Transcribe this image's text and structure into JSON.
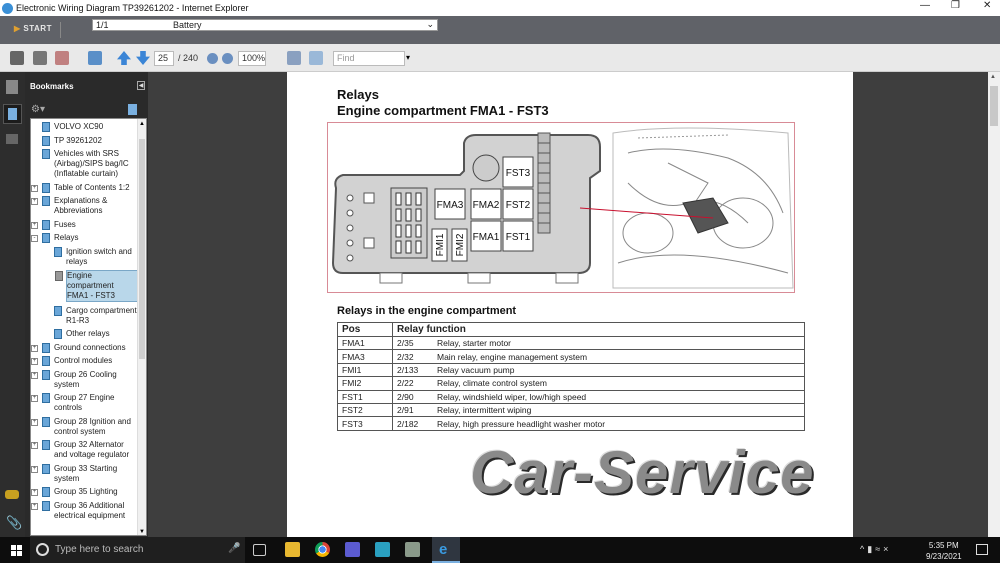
{
  "window": {
    "title": "Electronic Wiring Diagram TP39261202 - Internet Explorer"
  },
  "startbar": {
    "start_label": "START",
    "chapter_num": "1/1",
    "chapter_title": "Battery"
  },
  "toolbar": {
    "page_current": "25",
    "page_total": "/ 240",
    "zoom": "100%",
    "find_placeholder": "Find"
  },
  "bookmarks": {
    "title": "Bookmarks",
    "items": [
      {
        "label": "VOLVO XC90",
        "level": 0,
        "expander": ""
      },
      {
        "label": "TP 39261202",
        "level": 0,
        "expander": ""
      },
      {
        "label": "Vehicles with SRS (Airbag)/SIPS bag/IC (Inflatable curtain)",
        "level": 0,
        "expander": ""
      },
      {
        "label": "Table of Contents 1:2",
        "level": 0,
        "expander": "+"
      },
      {
        "label": "Explanations & Abbreviations",
        "level": 0,
        "expander": "+"
      },
      {
        "label": "Fuses",
        "level": 0,
        "expander": "+"
      },
      {
        "label": "Relays",
        "level": 0,
        "expander": "-"
      },
      {
        "label": "Ignition switch and relays",
        "level": 1,
        "expander": ""
      },
      {
        "label": "Engine compartment FMA1 - FST3",
        "level": 1,
        "expander": "",
        "selected": true
      },
      {
        "label": "Cargo compartment R1-R3",
        "level": 1,
        "expander": ""
      },
      {
        "label": "Other relays",
        "level": 1,
        "expander": ""
      },
      {
        "label": "Ground connections",
        "level": 0,
        "expander": "+"
      },
      {
        "label": "Control modules",
        "level": 0,
        "expander": "+"
      },
      {
        "label": "Group 26 Cooling system",
        "level": 0,
        "expander": "+"
      },
      {
        "label": "Group 27 Engine controls",
        "level": 0,
        "expander": "+"
      },
      {
        "label": "Group 28 Ignition and control system",
        "level": 0,
        "expander": "+"
      },
      {
        "label": "Group 32 Alternator and voltage regulator",
        "level": 0,
        "expander": "+"
      },
      {
        "label": "Group 33 Starting system",
        "level": 0,
        "expander": "+"
      },
      {
        "label": "Group 35 Lighting",
        "level": 0,
        "expander": "+"
      },
      {
        "label": "Group 36 Additional electrical equipment",
        "level": 0,
        "expander": "+"
      }
    ]
  },
  "document": {
    "heading": "Relays",
    "subheading": "Engine compartment FMA1 - FST3",
    "diagram_labels": {
      "fst3": "FST3",
      "fma3": "FMA3",
      "fma2": "FMA2",
      "fst2": "FST2",
      "fma1": "FMA1",
      "fst1": "FST1",
      "fmi1": "FMI1",
      "fmi2": "FMI2"
    },
    "table_title": "Relays in the engine compartment",
    "table_headers": [
      "Pos",
      "Relay function"
    ],
    "table_rows": [
      [
        "FMA1",
        "2/35",
        "Relay, starter motor"
      ],
      [
        "FMA3",
        "2/32",
        "Main relay, engine management system"
      ],
      [
        "FMI1",
        "2/133",
        "Relay vacuum pump"
      ],
      [
        "FMI2",
        "2/22",
        "Relay, climate control system"
      ],
      [
        "FST1",
        "2/90",
        "Relay, windshield wiper, low/high speed"
      ],
      [
        "FST2",
        "2/91",
        "Relay, intermittent wiping"
      ],
      [
        "FST3",
        "2/182",
        "Relay, high pressure headlight washer motor"
      ]
    ]
  },
  "watermark": "Car-Service",
  "taskbar": {
    "search_placeholder": "Type here to search",
    "time": "5:35 PM",
    "date": "9/23/2021"
  }
}
